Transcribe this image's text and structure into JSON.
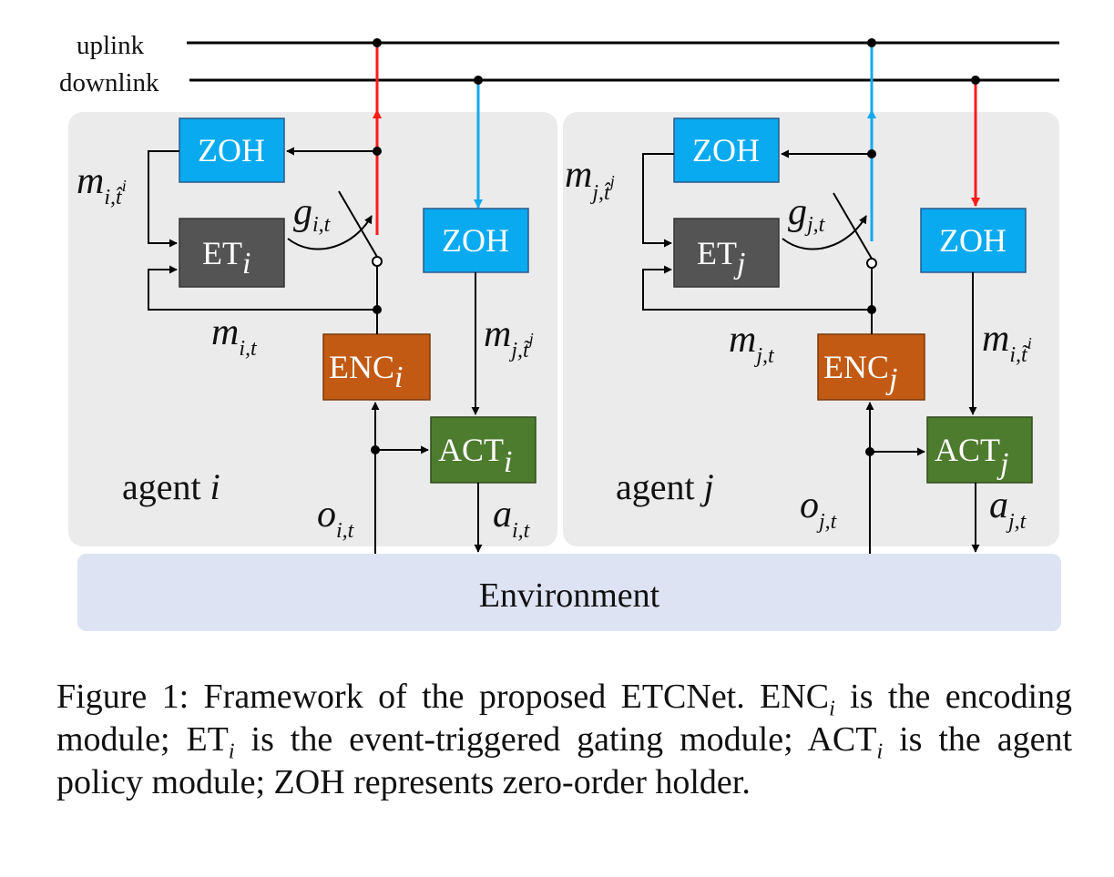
{
  "channels": {
    "uplink": "uplink",
    "downlink": "downlink"
  },
  "agents": [
    {
      "label": "agent",
      "index": "i",
      "zoh_top": "ZOH",
      "zoh_right": "ZOH",
      "et": {
        "base": "ET",
        "sub": "i"
      },
      "enc": {
        "base": "ENC",
        "sub": "i"
      },
      "act": {
        "base": "ACT",
        "sub": "i"
      },
      "gate": {
        "main": "g",
        "sub": "i,t"
      },
      "msg_hold": {
        "main": "m",
        "sub": "i,t̂",
        "sup": "i"
      },
      "msg": {
        "main": "m",
        "sub": "i,t"
      },
      "msg_recv": {
        "main": "m",
        "sub": "j,t̃",
        "sup": "j"
      },
      "obs": {
        "main": "o",
        "sub": "i,t"
      },
      "action": {
        "main": "a",
        "sub": "i,t"
      }
    },
    {
      "label": "agent",
      "index": "j",
      "zoh_top": "ZOH",
      "zoh_right": "ZOH",
      "et": {
        "base": "ET",
        "sub": "j"
      },
      "enc": {
        "base": "ENC",
        "sub": "j"
      },
      "act": {
        "base": "ACT",
        "sub": "j"
      },
      "gate": {
        "main": "g",
        "sub": "j,t"
      },
      "msg_hold": {
        "main": "m",
        "sub": "j,t̂",
        "sup": "j"
      },
      "msg": {
        "main": "m",
        "sub": "j,t"
      },
      "msg_recv": {
        "main": "m",
        "sub": "i,t̃",
        "sup": "i"
      },
      "obs": {
        "main": "o",
        "sub": "j,t"
      },
      "action": {
        "main": "a",
        "sub": "j,t"
      }
    }
  ],
  "environment": "Environment",
  "caption": {
    "prefix": "Figure 1: Framework of the proposed ETCNet. ENC",
    "sub1": "i",
    "mid1": " is the encoding module; ET",
    "sub2": "i",
    "mid2": " is the event-triggered gating module; ACT",
    "sub3": "i",
    "suffix": " is the agent policy module; ZOH represents zero-order holder."
  },
  "colors": {
    "panel": "#ebebeb",
    "environment": "#dde3f3",
    "zoh": "#0aaaf0",
    "et": "#545454",
    "enc": "#c35a14",
    "act": "#4e7c2e",
    "uplink_active": "#ff1a1a",
    "downlink_active": "#12aaee",
    "line": "#000000"
  }
}
